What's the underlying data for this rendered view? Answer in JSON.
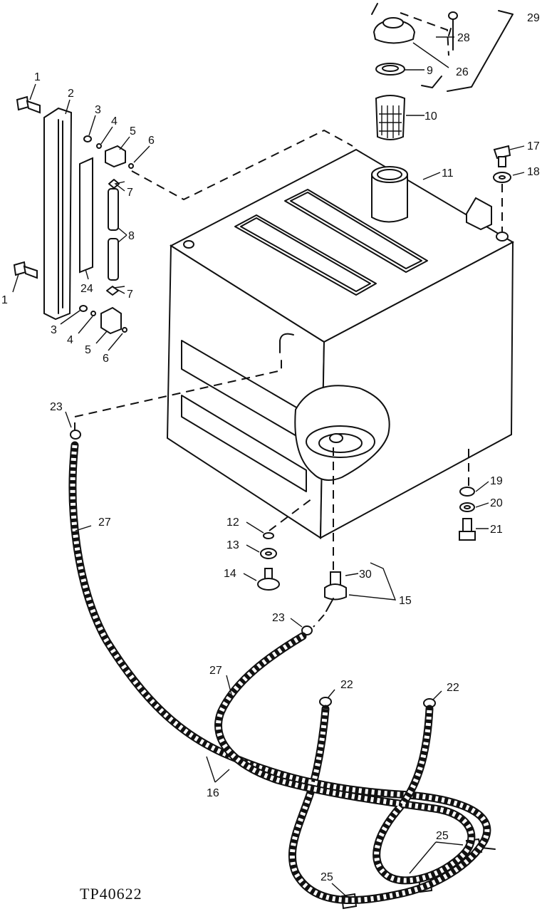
{
  "figure_code": "TP40622",
  "callouts": {
    "c1a": "1",
    "c1b": "1",
    "c2": "2",
    "c3a": "3",
    "c3b": "3",
    "c4a": "4",
    "c4b": "4",
    "c5a": "5",
    "c5b": "5",
    "c6a": "6",
    "c6b": "6",
    "c7a": "7",
    "c7b": "7",
    "c8": "8",
    "c9": "9",
    "c10": "10",
    "c11": "11",
    "c12": "12",
    "c13": "13",
    "c14": "14",
    "c15": "15",
    "c16": "16",
    "c17": "17",
    "c18": "18",
    "c19": "19",
    "c20": "20",
    "c21": "21",
    "c22a": "22",
    "c22b": "22",
    "c23a": "23",
    "c23b": "23",
    "c24": "24",
    "c25a": "25",
    "c25b": "25",
    "c26": "26",
    "c27a": "27",
    "c27b": "27",
    "c28": "28",
    "c29": "29",
    "c30": "30"
  }
}
